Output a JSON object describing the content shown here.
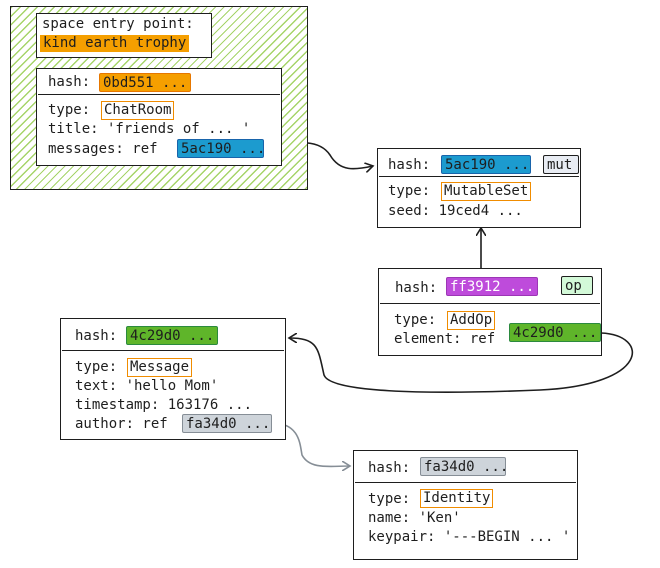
{
  "entry": {
    "label": "space entry point:",
    "value": "kind earth trophy"
  },
  "nodes": {
    "chatroom": {
      "hash_label": "hash:",
      "hash": "0bd551 ...",
      "type_label": "type:",
      "type": "ChatRoom",
      "title_line": "title: 'friends of ... '",
      "ref_label": "messages: ref",
      "ref": "5ac190 ..."
    },
    "mutableset": {
      "hash_label": "hash:",
      "hash": "5ac190 ...",
      "flag": "mut",
      "type_label": "type:",
      "type": "MutableSet",
      "seed_line": "seed: 19ced4 ..."
    },
    "addop": {
      "hash_label": "hash:",
      "hash": "ff3912 ...",
      "flag": "op",
      "type_label": "type:",
      "type": "AddOp",
      "ref_label": "element: ref",
      "ref": "4c29d0 ..."
    },
    "message": {
      "hash_label": "hash:",
      "hash": "4c29d0 ...",
      "type_label": "type:",
      "type": "Message",
      "text_line": "text: 'hello Mom'",
      "timestamp_line": "timestamp: 163176 ...",
      "ref_label": "author: ref",
      "ref": "fa34d0 ..."
    },
    "identity": {
      "hash_label": "hash:",
      "hash": "fa34d0 ...",
      "type_label": "type:",
      "type": "Identity",
      "name_line": "name: 'Ken'",
      "keypair_line": "keypair: '---BEGIN ... '"
    }
  },
  "colors": {
    "hash_chatroom": "#f59f00",
    "hash_mutableset": "#1c9bcf",
    "hash_addop": "#be4bdb",
    "hash_message": "#5fb52a",
    "hash_identity": "#ced4da",
    "type_outline": "#f08c00",
    "hatch_fill": "#a6d46a",
    "author_arrow": "#868e96"
  }
}
